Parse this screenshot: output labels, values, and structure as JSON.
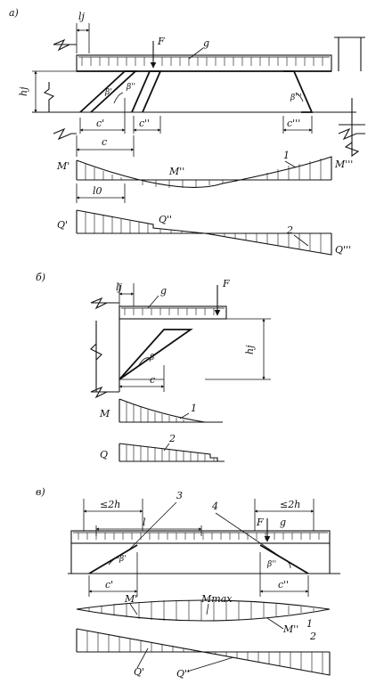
{
  "figure": {
    "panel_a": {
      "marker": "a)",
      "dims": {
        "lj": "lj",
        "hj": "hj",
        "c": "c",
        "c1": "c'",
        "c2": "c''",
        "c3": "c'''",
        "l0": "l0"
      },
      "loads": {
        "F": "F",
        "g": "g"
      },
      "angles": {
        "b1": "β'",
        "b2": "β''",
        "b3": "β'''"
      },
      "moment_labels": {
        "m1": "M'",
        "m2": "M''",
        "m3": "M'''"
      },
      "shear_labels": {
        "q1": "Q'",
        "q2": "Q''",
        "q3": "Q'''"
      },
      "callouts": {
        "one": "1",
        "two": "2"
      }
    },
    "panel_b": {
      "marker": "б)",
      "dims": {
        "lj": "lj",
        "hj": "hj",
        "c": "c"
      },
      "loads": {
        "F": "F",
        "g": "g"
      },
      "angle": "β",
      "M": "M",
      "Q": "Q",
      "callouts": {
        "one": "1",
        "two": "2"
      }
    },
    "panel_c": {
      "marker": "в)",
      "dims": {
        "left2h": "≤2h",
        "right2h": "≤2h",
        "l": "l",
        "c1": "c'",
        "c2": "c''"
      },
      "loads": {
        "F": "F",
        "g": "g"
      },
      "angles": {
        "b1": "β'",
        "b2": "β''"
      },
      "moment_labels": {
        "m1": "M'",
        "mmax": "Mmax",
        "m2": "M''"
      },
      "shear_labels": {
        "q1": "Q'",
        "q2": "Q''"
      },
      "callouts": {
        "one": "1",
        "two": "2",
        "three": "3",
        "four": "4"
      }
    }
  }
}
